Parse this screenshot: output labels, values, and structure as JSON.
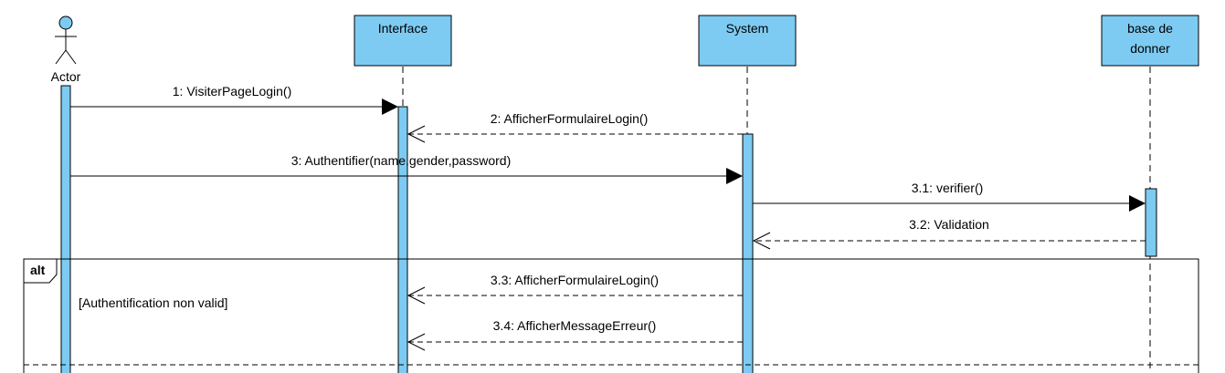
{
  "colors": {
    "fill": "#7dcbf2",
    "stroke": "#000000",
    "background": "#ffffff"
  },
  "actor": {
    "label": "Actor"
  },
  "lifelines": [
    {
      "id": "interface",
      "lines": [
        "Interface"
      ]
    },
    {
      "id": "system",
      "lines": [
        "System"
      ]
    },
    {
      "id": "database",
      "lines": [
        "base de",
        "donner"
      ]
    }
  ],
  "messages": [
    {
      "id": "m1",
      "label": "1: VisiterPageLogin()",
      "from": "actor",
      "to": "interface",
      "kind": "sync"
    },
    {
      "id": "m2",
      "label": "2: AfficherFormulaireLogin()",
      "from": "system",
      "to": "interface",
      "kind": "return"
    },
    {
      "id": "m3",
      "label": "3: Authentifier(name,gender,password)",
      "from": "actor",
      "to": "system",
      "kind": "sync"
    },
    {
      "id": "m31",
      "label": "3.1: verifier()",
      "from": "system",
      "to": "database",
      "kind": "sync"
    },
    {
      "id": "m32",
      "label": "3.2: Validation",
      "from": "database",
      "to": "system",
      "kind": "return"
    },
    {
      "id": "m33",
      "label": "3.3: AfficherFormulaireLogin()",
      "from": "system",
      "to": "interface",
      "kind": "return"
    },
    {
      "id": "m34",
      "label": "3.4: AfficherMessageErreur()",
      "from": "system",
      "to": "interface",
      "kind": "return"
    }
  ],
  "fragment": {
    "operator": "alt",
    "guard": "[Authentification non valid]"
  }
}
